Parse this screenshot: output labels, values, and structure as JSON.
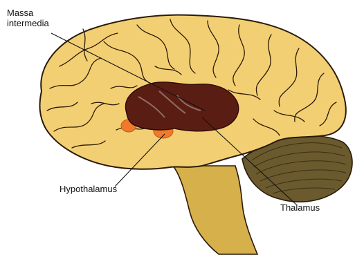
{
  "labels": {
    "massa_line1": "Massa",
    "massa_line2": "intermedia",
    "hypothalamus": "Hypothalamus",
    "thalamus": "Thalamus"
  },
  "colors": {
    "cerebrum": "#f3cf73",
    "cerebrum_outline": "#2a1a08",
    "thalamus": "#5a1d14",
    "thalamus_highlight": "#9c7a70",
    "hypothalamus": "#f07a2a",
    "cerebellum": "#6a5a2e",
    "brainstem": "#d6b04a",
    "leader": "#111111"
  }
}
